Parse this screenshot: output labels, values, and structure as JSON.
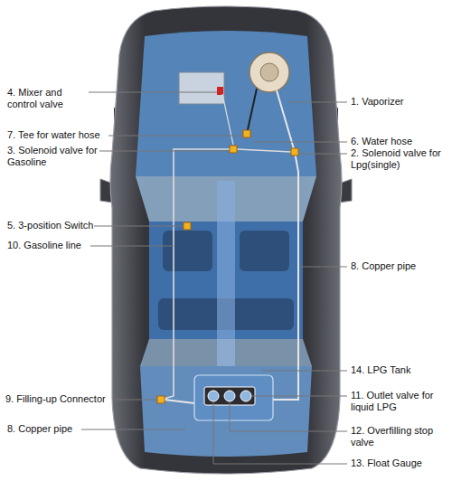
{
  "diagram": {
    "labels": [
      "4. Mixer and control valve",
      "1. Vaporizer",
      "7. Tee for water hose",
      "6. Water hose",
      "3. Solenoid valve for Gasoline",
      "2. Solenoid valve for Lpg(single)",
      "5. 3-position Switch",
      "10. Gasoline line",
      "8. Copper pipe",
      "14. LPG Tank",
      "9. Filling-up Connector",
      "11. Outlet valve for liquid LPG",
      "8. Copper pipe",
      "12. Overfilling stop valve",
      "13. Float Gauge"
    ]
  }
}
